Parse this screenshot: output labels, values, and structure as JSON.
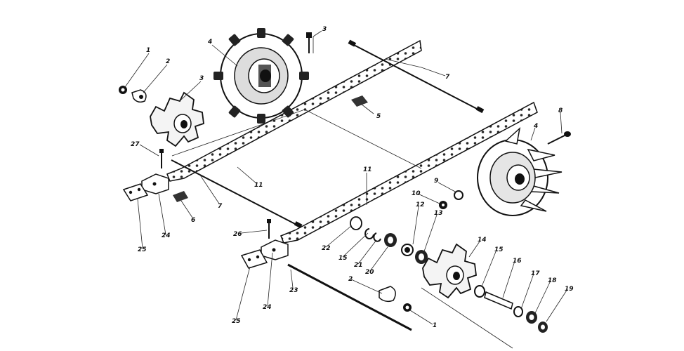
{
  "figure": {
    "callouts": [
      {
        "id": "c1a",
        "text": "1"
      },
      {
        "id": "c2a",
        "text": "2"
      },
      {
        "id": "c3a",
        "text": "3"
      },
      {
        "id": "c4a",
        "text": "4"
      },
      {
        "id": "c3b",
        "text": "3"
      },
      {
        "id": "c7a",
        "text": "7"
      },
      {
        "id": "c5",
        "text": "5"
      },
      {
        "id": "c8",
        "text": "8"
      },
      {
        "id": "c4b",
        "text": "4"
      },
      {
        "id": "c27",
        "text": "27"
      },
      {
        "id": "c11a",
        "text": "11"
      },
      {
        "id": "c7b",
        "text": "7"
      },
      {
        "id": "c6",
        "text": "6"
      },
      {
        "id": "c24a",
        "text": "24"
      },
      {
        "id": "c25a",
        "text": "25"
      },
      {
        "id": "c11b",
        "text": "11"
      },
      {
        "id": "c9",
        "text": "9"
      },
      {
        "id": "c10",
        "text": "10"
      },
      {
        "id": "c12",
        "text": "12"
      },
      {
        "id": "c13",
        "text": "13"
      },
      {
        "id": "c26",
        "text": "26"
      },
      {
        "id": "c22",
        "text": "22"
      },
      {
        "id": "c15a",
        "text": "15"
      },
      {
        "id": "c21",
        "text": "21"
      },
      {
        "id": "c20",
        "text": "20"
      },
      {
        "id": "c14",
        "text": "14"
      },
      {
        "id": "c15b",
        "text": "15"
      },
      {
        "id": "c16",
        "text": "16"
      },
      {
        "id": "c17",
        "text": "17"
      },
      {
        "id": "c18",
        "text": "18"
      },
      {
        "id": "c19",
        "text": "19"
      },
      {
        "id": "c24b",
        "text": "24"
      },
      {
        "id": "c25b",
        "text": "25"
      },
      {
        "id": "c23",
        "text": "23"
      },
      {
        "id": "c2b",
        "text": "2"
      },
      {
        "id": "c1b",
        "text": "1"
      }
    ]
  }
}
